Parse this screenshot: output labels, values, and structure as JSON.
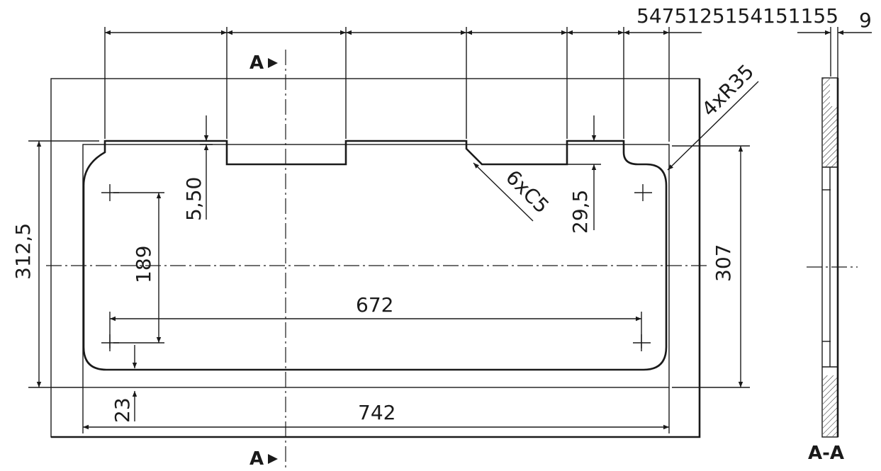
{
  "top_chain": "5475125154151155",
  "thickness": "9",
  "overall_height": "312,5",
  "pocket_depth": "5,50",
  "notch_depth": "29,5",
  "chamfer_note": "6xC5",
  "radius_note": "4xR35",
  "hole_spacing_vertical": "189",
  "hole_spacing_horizontal": "672",
  "right_height": "307",
  "bottom_offset": "23",
  "overall_width": "742",
  "section_mark": "A",
  "section_label": "A-A"
}
